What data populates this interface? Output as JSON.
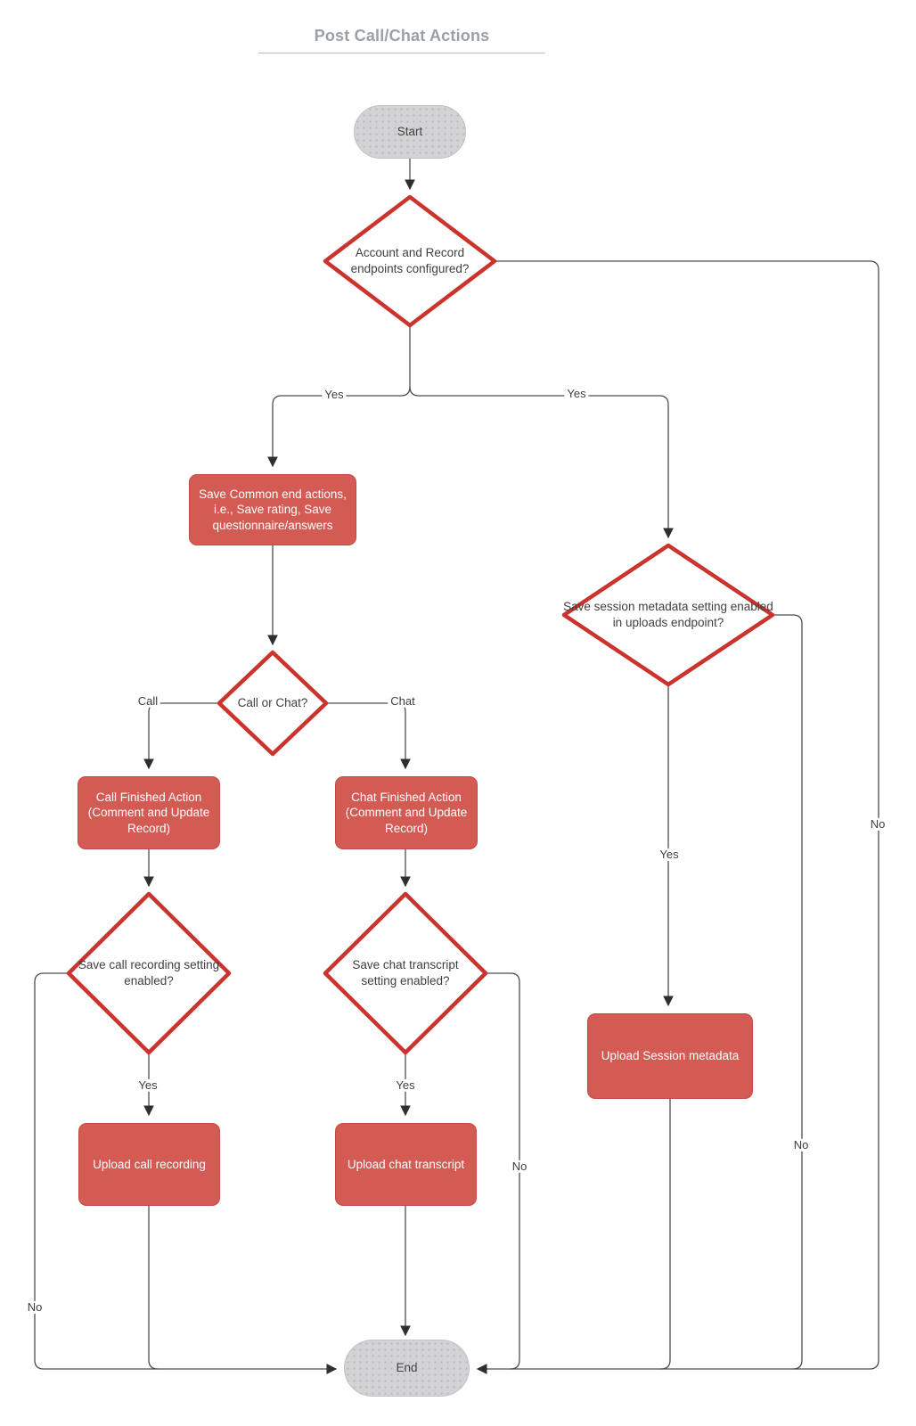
{
  "title": {
    "text": "Post Call/Chat Actions"
  },
  "colors": {
    "process_fill": "#d45a54",
    "decision_stroke": "#cb332d",
    "terminal_fill": "#d3d3d5",
    "edge_line": "#4d4d4d"
  },
  "nodes": {
    "start": "Start",
    "endpoints_configured": "Account and Record endpoints configured?",
    "save_common": "Save Common end actions, i.e., Save rating, Save questionnaire/answers",
    "session_metadata_setting": "Save session metadata setting enabled in uploads endpoint?",
    "call_or_chat": "Call or Chat?",
    "call_finished": "Call Finished Action (Comment and Update Record)",
    "chat_finished": "Chat Finished Action (Comment and Update Record)",
    "save_call_recording": "Save call recording setting enabled?",
    "save_chat_transcript": "Save chat transcript setting enabled?",
    "upload_call_recording": "Upload call recording",
    "upload_chat_transcript": "Upload chat transcript",
    "upload_session_metadata": "Upload Session metadata",
    "end": "End"
  },
  "edge_labels": {
    "yes_to_save_common": "Yes",
    "yes_to_session_setting": "Yes",
    "no_endpoints": "No",
    "call": "Call",
    "chat": "Chat",
    "yes_upload_call": "Yes",
    "yes_upload_chat": "Yes",
    "yes_upload_session": "Yes",
    "no_call_recording": "No",
    "no_chat_transcript": "No",
    "no_session_setting": "No"
  }
}
